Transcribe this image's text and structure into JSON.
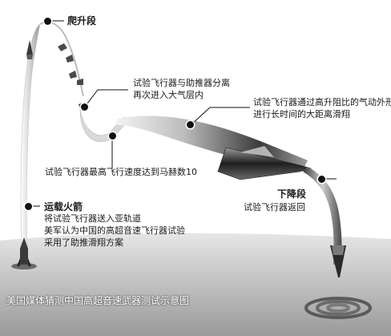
{
  "labels": {
    "climb_stage": "爬升段",
    "separation_line1": "试验飞行器与助推器分离",
    "separation_line2": "再次进入大气层内",
    "glide_line1": "试验飞行器通过高升阻比的气动外形",
    "glide_line2": "进行长时间的大距离滑翔",
    "mach": "试验飞行器最高飞行速度达到马赫数10",
    "descent_stage": "下降段",
    "descent_detail": "试验飞行器返回",
    "carrier_rocket": "运载火箭",
    "carrier_line1": "将试验飞行器送入亚轨道",
    "carrier_line2": "美军认为中国的高超音速飞行器试验",
    "carrier_line3": "采用了助推滑翔方案",
    "caption": "美国媒体猜测中国高超音速武器测试示意图"
  }
}
